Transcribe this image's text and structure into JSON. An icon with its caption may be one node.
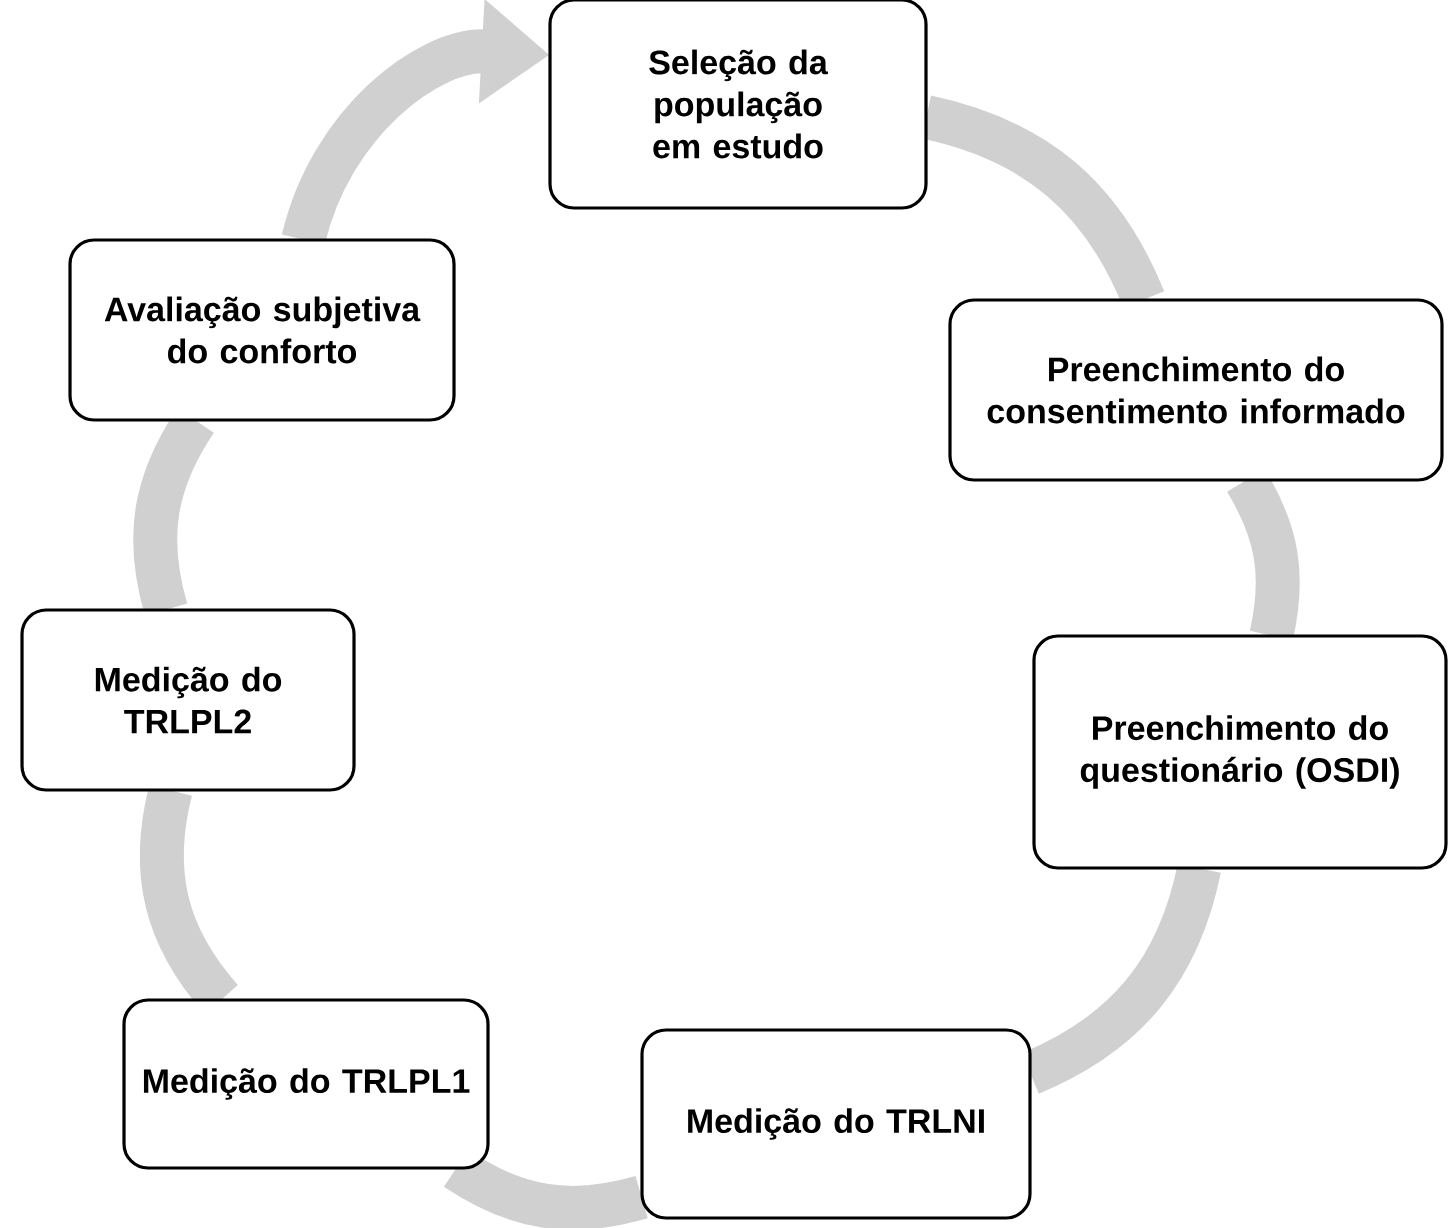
{
  "diagram": {
    "nodes": [
      {
        "text": [
          "Seleção da população em estudo"
        ]
      },
      {
        "text": [
          "Preenchimento do consentimento informado"
        ]
      },
      {
        "text": [
          "Preenchimento do questionário (OSDI)"
        ]
      },
      {
        "text": [
          "Medição do TRLNI"
        ]
      },
      {
        "text": [
          "Medição do TRLPL1"
        ]
      },
      {
        "text": [
          "Medição do TRLPL2"
        ]
      },
      {
        "text": [
          "Avaliação subjetiva do conforto"
        ]
      }
    ],
    "edges": [
      {
        "from": 0,
        "to": 1,
        "arrow": "none"
      },
      {
        "from": 1,
        "to": 2,
        "arrow": "none"
      },
      {
        "from": 2,
        "to": 3,
        "arrow": "none"
      },
      {
        "from": 3,
        "to": 4,
        "arrow": "none"
      },
      {
        "from": 4,
        "to": 5,
        "arrow": "none"
      },
      {
        "from": 5,
        "to": 6,
        "arrow": "none"
      },
      {
        "from": 6,
        "to": 0,
        "arrow": "to"
      }
    ]
  }
}
